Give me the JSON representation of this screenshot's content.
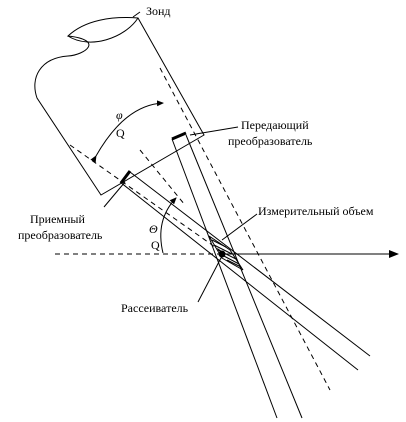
{
  "labels": {
    "probe": "Зонд",
    "transmitter_line1": "Передающий",
    "transmitter_line2": "преобразователь",
    "receiver_line1": "Приемный",
    "receiver_line2": "преобразователь",
    "measuring_volume": "Измерительный объем",
    "scatterer": "Рассеиватель",
    "phi": "φ",
    "theta": "Θ",
    "angle_phi_symbol": "Q",
    "angle_theta_symbol": "Q"
  }
}
